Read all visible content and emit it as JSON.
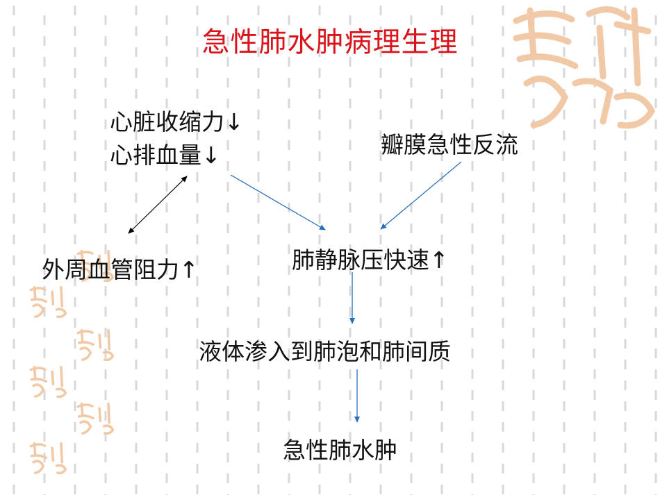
{
  "slide": {
    "title": "急性肺水肿病理生理"
  },
  "nodes": {
    "cardiac_contractility": "心脏收缩力↓",
    "cardiac_output": "心排血量↓",
    "valve_reflux": "瓣膜急性反流",
    "peripheral_resistance": "外周血管阻力↑",
    "pulmonary_venous_pressure": "肺静脉压快速↑",
    "fluid_infiltration": "液体渗入到肺泡和肺间质",
    "acute_pulmonary_edema": "急性肺水肿"
  },
  "colors": {
    "title": "#d9141b",
    "flow_arrow": "#2a6fbd",
    "bidirectional_arrow": "#000000",
    "seal": "#f2c9a6",
    "background_dash": "#d8d8d8"
  },
  "decorations": {
    "seal_icon": "auspicious-seal-watermark"
  }
}
